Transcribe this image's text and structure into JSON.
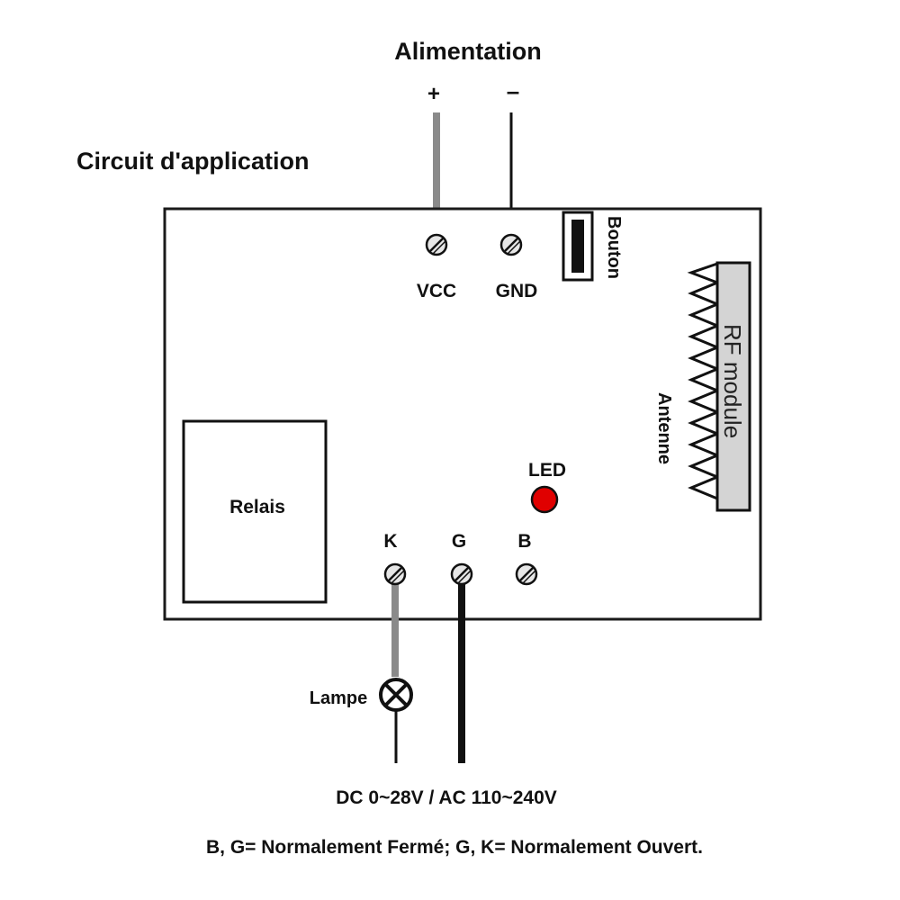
{
  "title": "Alimentation",
  "subtitle": "Circuit d'application",
  "power": {
    "plus": "+",
    "minus": "–"
  },
  "terminals": {
    "vcc": "VCC",
    "gnd": "GND",
    "k": "K",
    "g": "G",
    "b": "B"
  },
  "components": {
    "button": "Bouton",
    "rf_module": "RF module",
    "antenna": "Antenne",
    "led": "LED",
    "relay": "Relais",
    "lamp": "Lampe"
  },
  "supply_label": "DC 0~28V / AC 110~240V",
  "note": "B, G= Normalement Fermé; G, K= Normalement Ouvert.",
  "colors": {
    "board_border": "#1a1a1a",
    "grey_wire": "#8a8a8a",
    "black_wire": "#111111",
    "led": "#e00000",
    "rf_module_fill": "#d4d4d4",
    "terminal_fill": "#e6e6e6"
  }
}
